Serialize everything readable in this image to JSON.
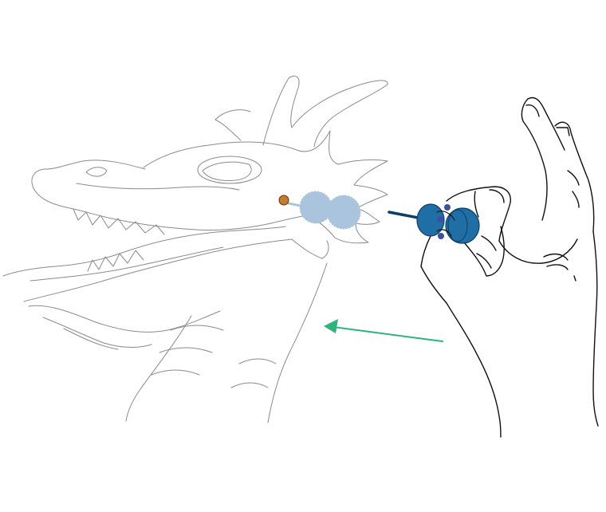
{
  "colors": {
    "background": "#ffffff",
    "dragon_line": "#8a8a8a",
    "hand_line": "#111111",
    "tool_blue": "#1f6fa6",
    "tool_blue_dark": "#0d3f66",
    "ghost_blue": "#a9c4dc",
    "tip_orange": "#c8792a",
    "arrow_green": "#2eb37a",
    "dot_blue": "#3a4fa6"
  },
  "icons": {
    "dragon": "dragon-line-drawing",
    "hand": "hand-holding-tool",
    "tool": "two-disc-pin-tool",
    "arrow": "left-arrow",
    "target": "tip-marker"
  }
}
